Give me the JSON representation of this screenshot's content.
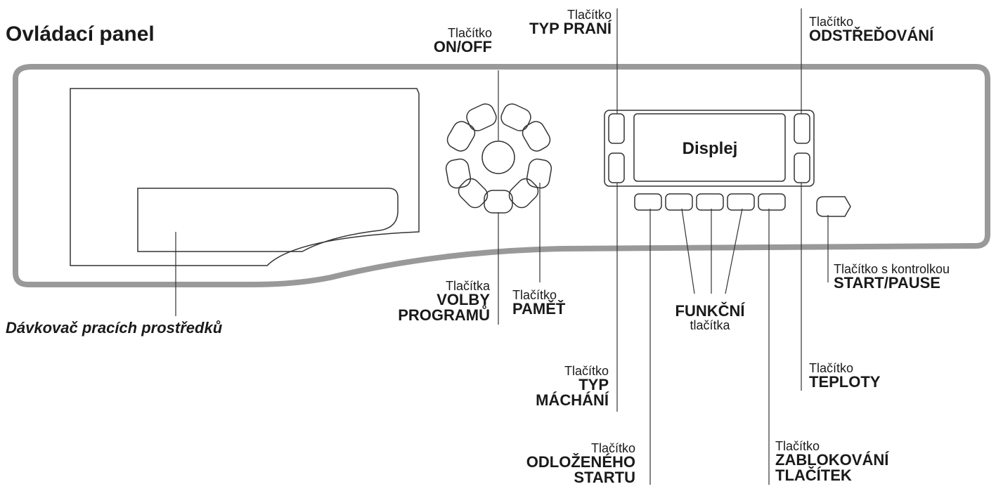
{
  "title": "Ovládací panel",
  "display_text": "Displej",
  "dispenser_label": "Dávkovač pracích prostředků",
  "labels": {
    "typ_prani": {
      "small": "Tlačítko",
      "big": "TYP PRANÍ"
    },
    "on_off": {
      "small": "Tlačítko",
      "big": "ON/OFF"
    },
    "odstredovani": {
      "small": "Tlačítko",
      "big": "ODSTŘEĎOVÁNÍ"
    },
    "start_pause": {
      "small": "Tlačítko s kontrolkou",
      "big": "START/PAUSE"
    },
    "volby_programu": {
      "small": "Tlačítka",
      "big1": "VOLBY",
      "big2": "PROGRAMŮ"
    },
    "pamet": {
      "small": "Tlačítko",
      "big": "PAMĚŤ"
    },
    "funkcni": {
      "big": "FUNKČNÍ",
      "small": "tlačítka"
    },
    "typ_machani": {
      "small": "Tlačítko",
      "big1": "TYP",
      "big2": "MÁCHÁNÍ"
    },
    "teploty": {
      "small": "Tlačítko",
      "big": "TEPLOTY"
    },
    "odlozeneho_startu": {
      "small": "Tlačítko",
      "big1": "ODLOŽENÉHO",
      "big2": "STARTU"
    },
    "zablokovani": {
      "small": "Tlačítko",
      "big1": "ZABLOKOVÁNÍ",
      "big2": "TLAČÍTEK"
    }
  }
}
